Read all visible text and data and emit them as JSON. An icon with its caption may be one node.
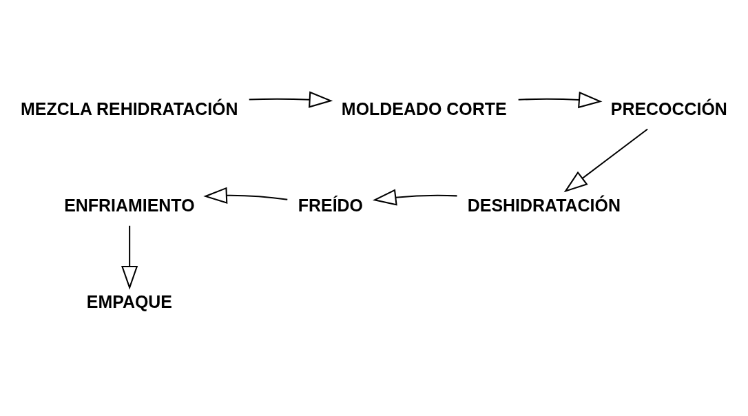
{
  "diagram": {
    "nodes": [
      {
        "text": [
          "MEZCLA REHIDRATACIÓN"
        ]
      },
      {
        "text": [
          "MOLDEADO CORTE"
        ]
      },
      {
        "text": [
          "PRECOCCIÓN"
        ]
      },
      {
        "text": [
          "DESHIDRATACIÓN"
        ]
      },
      {
        "text": [
          "FREÍDO"
        ]
      },
      {
        "text": [
          "ENFRIAMIENTO"
        ]
      },
      {
        "text": [
          "EMPAQUE"
        ]
      }
    ],
    "edges": [
      {
        "from": 0,
        "to": 1,
        "arrow": "to"
      },
      {
        "from": 1,
        "to": 2,
        "arrow": "to"
      },
      {
        "from": 2,
        "to": 3,
        "arrow": "to"
      },
      {
        "from": 3,
        "to": 4,
        "arrow": "to"
      },
      {
        "from": 4,
        "to": 5,
        "arrow": "to"
      },
      {
        "from": 5,
        "to": 6,
        "arrow": "to"
      }
    ]
  }
}
